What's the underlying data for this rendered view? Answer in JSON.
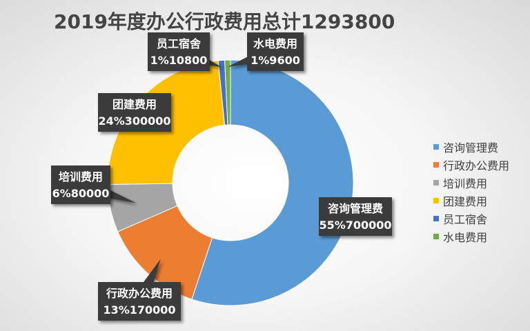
{
  "chart_data": {
    "type": "pie",
    "style": "doughnut",
    "title": "2019年度办公行政费用总计1293800",
    "legend_position": "right",
    "slices": [
      {
        "name": "咨询管理费",
        "value": 700000,
        "percent_label": "55%",
        "value_label": "700000",
        "color": "#5b9bd5"
      },
      {
        "name": "行政办公费用",
        "value": 170000,
        "percent_label": "13%",
        "value_label": "170000",
        "color": "#ed7d31"
      },
      {
        "name": "培训费用",
        "value": 80000,
        "percent_label": "6%",
        "value_label": "80000",
        "color": "#a5a5a5"
      },
      {
        "name": "团建费用",
        "value": 300000,
        "percent_label": "24%",
        "value_label": "300000",
        "color": "#ffc000"
      },
      {
        "name": "员工宿舍",
        "value": 10800,
        "percent_label": "1%",
        "value_label": "10800",
        "color": "#4472c4"
      },
      {
        "name": "水电费用",
        "value": 9600,
        "percent_label": "1%",
        "value_label": "9600",
        "color": "#70ad47"
      }
    ]
  }
}
